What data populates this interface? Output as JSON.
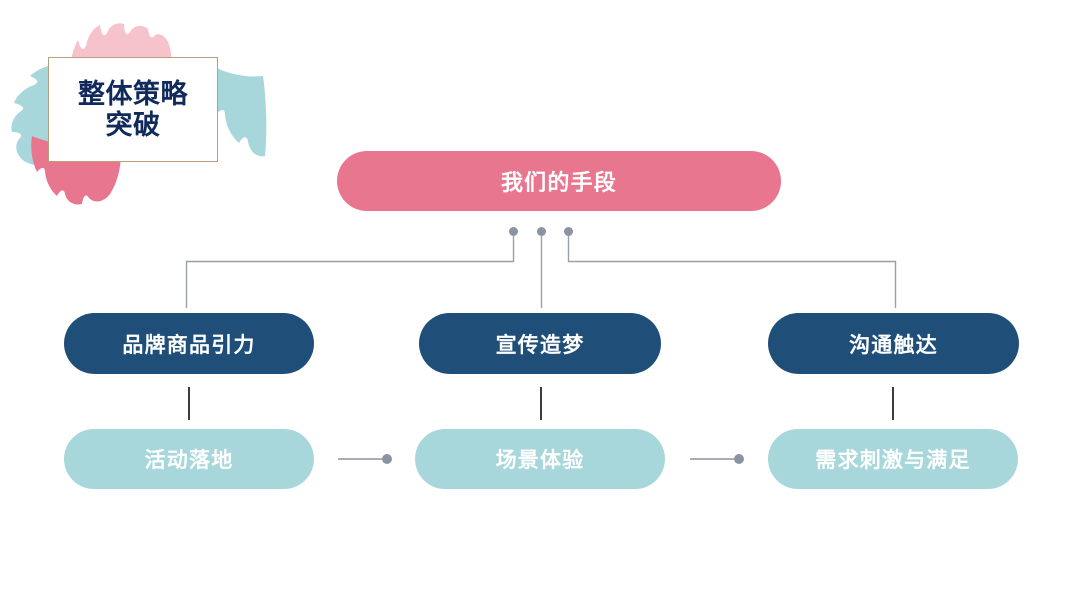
{
  "slide": {
    "background_color": "#ffffff",
    "title": {
      "text": "整体策略\n突破",
      "color": "#102a5c",
      "border_color": "#b9a07c",
      "decorations": [
        {
          "name": "pink-brush-top",
          "color": "#f6c3cd"
        },
        {
          "name": "teal-brush-left",
          "color": "#a8d7db"
        },
        {
          "name": "rose-brush-bottom",
          "color": "#e8768f"
        },
        {
          "name": "teal-brush-right",
          "color": "#a8d7db"
        }
      ]
    },
    "head_node": {
      "label": "我们的手段",
      "color": "#e8768f",
      "text_color": "#ffffff"
    },
    "branch_nodes": [
      {
        "label": "品牌商品引力",
        "color": "#1f4e79",
        "text_color": "#ffffff"
      },
      {
        "label": "宣传造梦",
        "color": "#1f4e79",
        "text_color": "#ffffff"
      },
      {
        "label": "沟通触达",
        "color": "#1f4e79",
        "text_color": "#ffffff"
      }
    ],
    "leaf_nodes": [
      {
        "label": "活动落地",
        "color": "#a8d7db",
        "text_color": "#ffffff"
      },
      {
        "label": "场景体验",
        "color": "#a8d7db",
        "text_color": "#ffffff"
      },
      {
        "label": "需求刺激与满足",
        "color": "#a8d7db",
        "text_color": "#ffffff"
      }
    ],
    "connectors": {
      "dot_color": "#8b93a1",
      "elbow_line_color": "#9aa0a8",
      "stem_line_color": "#3c3c46",
      "arrow_line_color": "#8b93a1",
      "dot_count": 3,
      "arrow_connector_count": 2
    }
  }
}
